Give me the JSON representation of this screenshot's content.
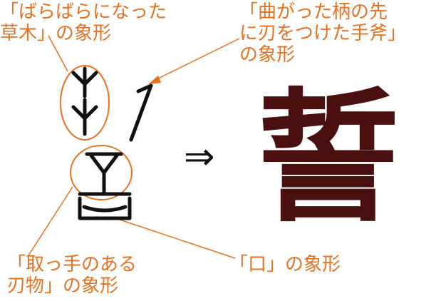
{
  "labels": {
    "grass_line1": "「ばらばらになった",
    "grass_line2": "草木」の象形",
    "axe_line1": "「曲がった柄の先",
    "axe_line2": "に刃をつけた手斧」",
    "axe_line3": "の象形",
    "hand_line1": "「取っ手のある",
    "hand_line2": "刃物」の象形",
    "mouth": "「口」の象形"
  },
  "arrow": "⇒",
  "kanji": "誓",
  "colors": {
    "label": "#e8711f",
    "kanji": "#4a0f0f",
    "stroke": "#111111"
  }
}
